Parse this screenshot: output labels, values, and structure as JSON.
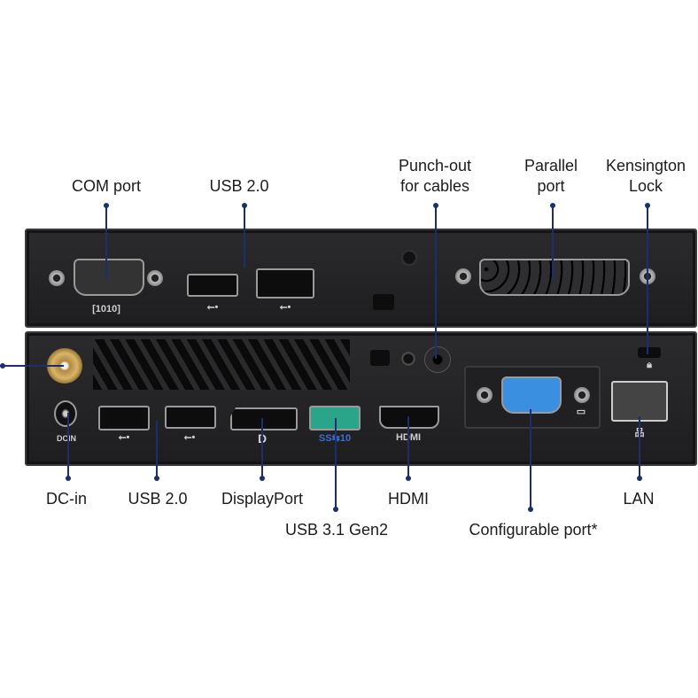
{
  "top_labels": {
    "com_port": "COM port",
    "usb20_top": "USB 2.0",
    "punch_out": [
      "Punch-out",
      "for cables"
    ],
    "parallel": [
      "Parallel",
      "port"
    ],
    "kensington": [
      "Kensington",
      "Lock"
    ]
  },
  "bottom_labels": {
    "dc_in": "DC-in",
    "usb20_bottom": "USB 2.0",
    "displayport": "DisplayPort",
    "usb31": "USB 3.1 Gen2",
    "hdmi": "HDMI",
    "configurable": "Configurable port*",
    "lan": "LAN"
  },
  "panel_markings": {
    "dc_in": "DCIN",
    "hdmi": "HDMI",
    "usb3": "SS⇆10"
  },
  "colors": {
    "callout_line": "#1b2f6e",
    "chassis": "#242426",
    "vga": "#3a8fe0",
    "usb3": "#2aa58a"
  }
}
